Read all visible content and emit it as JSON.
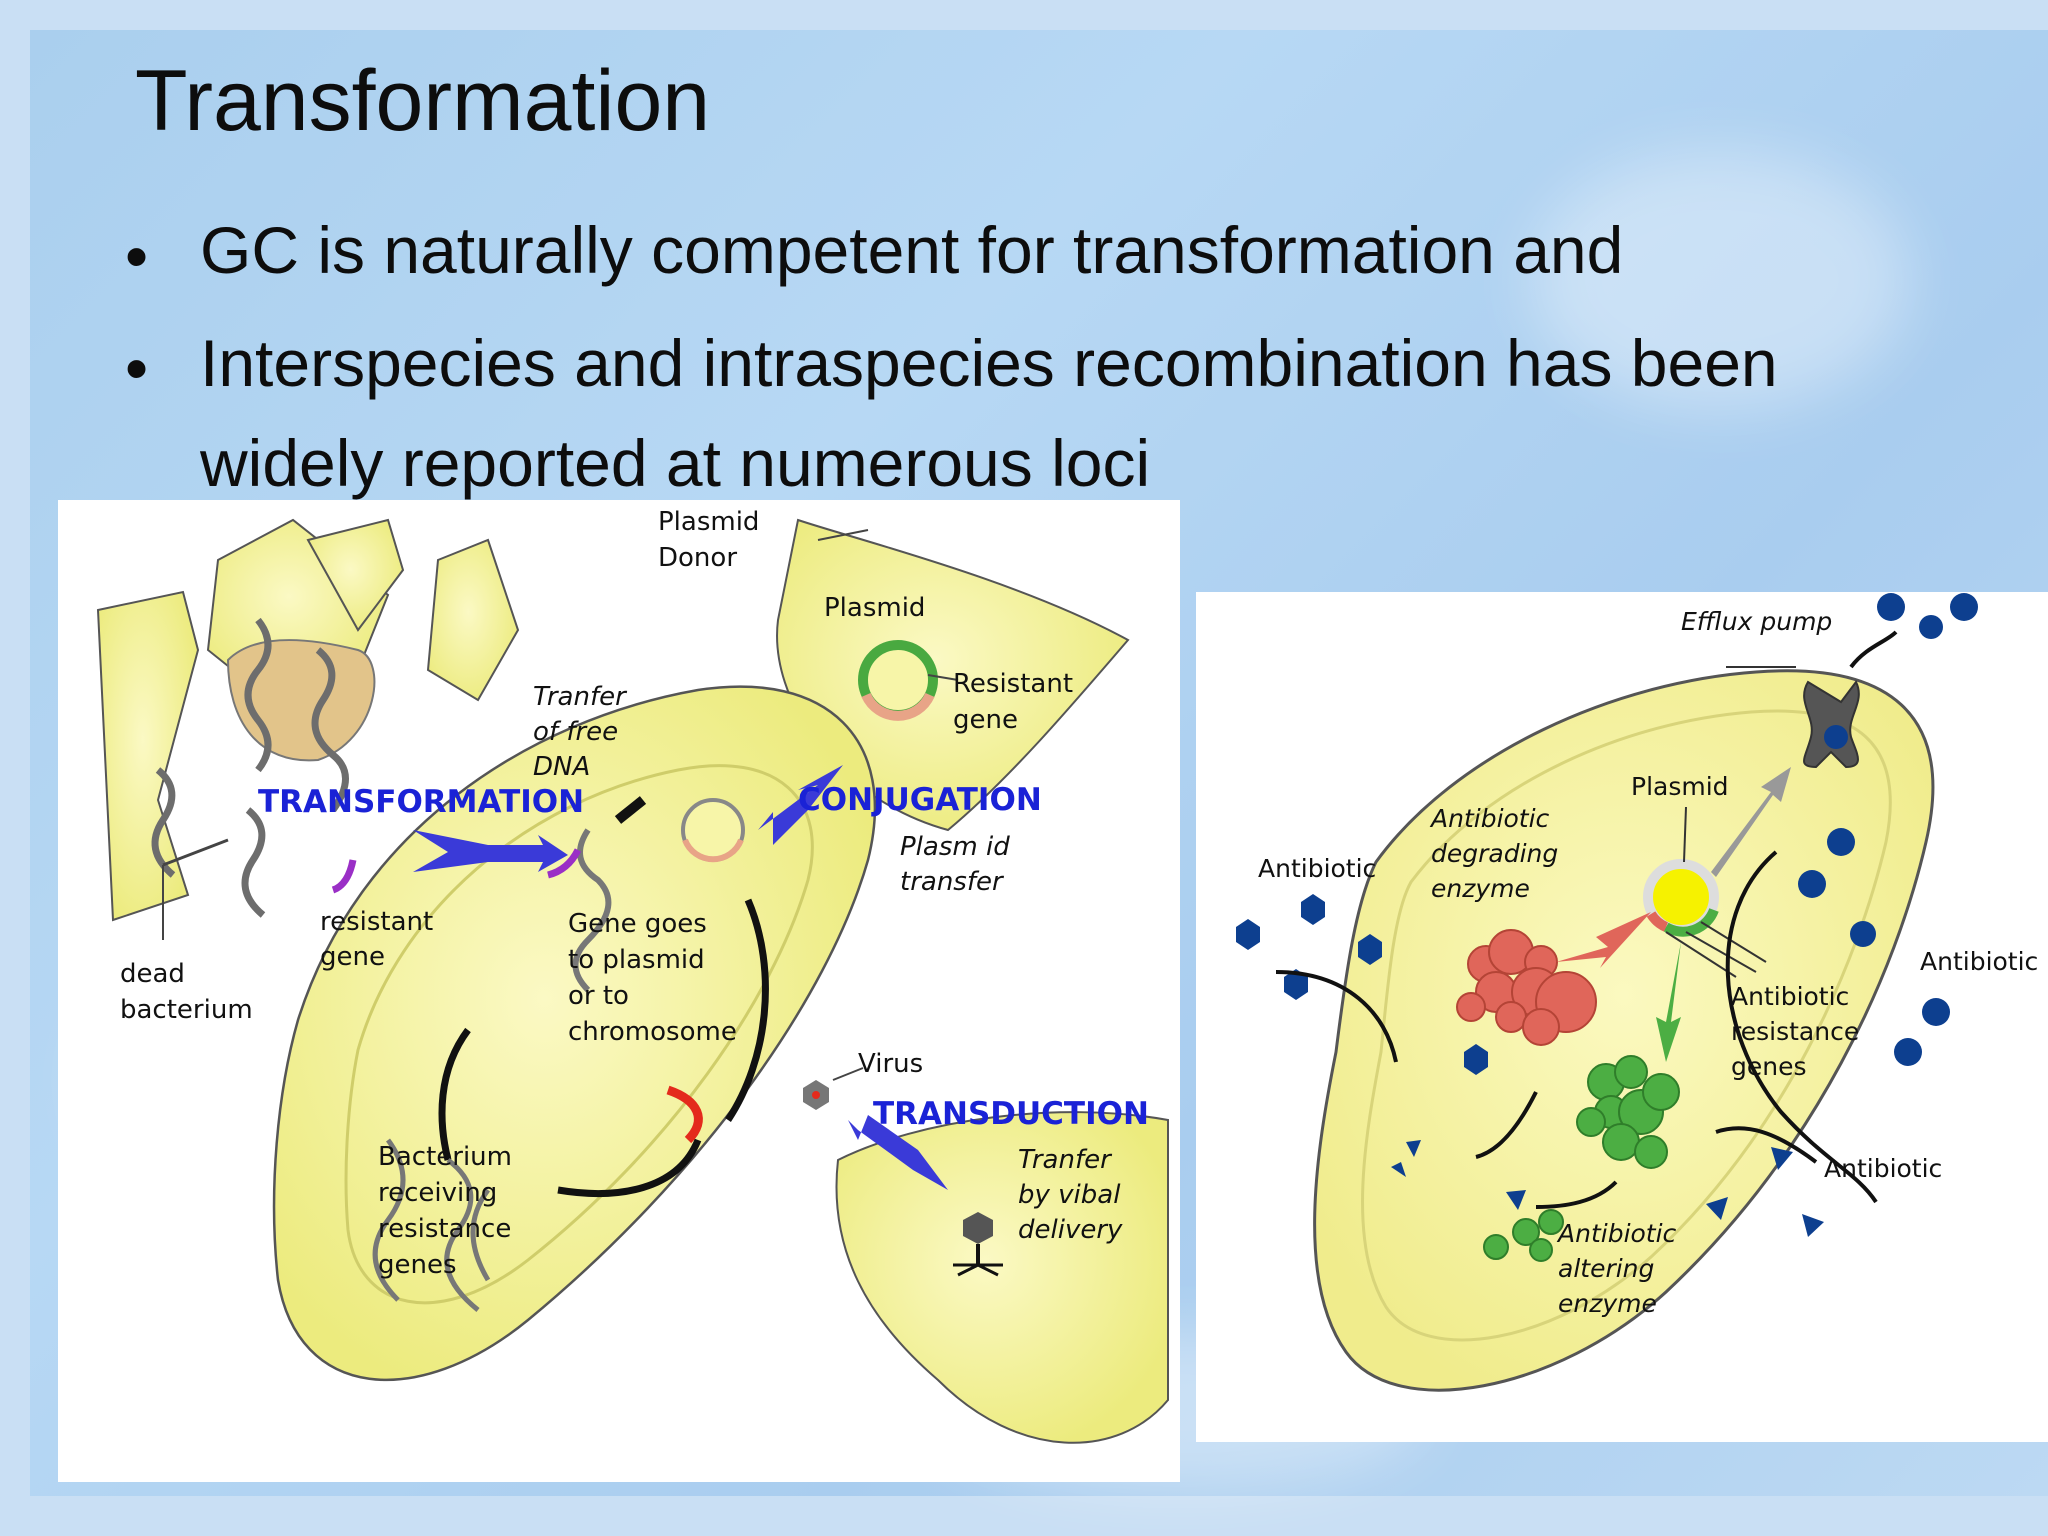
{
  "slide": {
    "title": "Transformation",
    "bullets": [
      {
        "lines": [
          "GC is naturally competent for transformation and"
        ]
      },
      {
        "lines": [
          "Interspecies and intraspecies recombination has been",
          "widely reported at numerous loci"
        ]
      }
    ],
    "bullet_char": "•"
  },
  "figure_left": {
    "plasmid_donor": [
      "Plasmid",
      "Donor"
    ],
    "plasmid": "Plasmid",
    "resistant_gene": [
      "Resistant",
      "gene"
    ],
    "transfer_free_dna": [
      "Tranfer",
      "of free",
      "DNA"
    ],
    "transformation_heading": "TRANSFORMATION",
    "conjugation_heading": "CONJUGATION",
    "plasmid_transfer": [
      "Plasm id",
      "transfer"
    ],
    "resistant_gene_label": [
      "resistant",
      "gene"
    ],
    "dead_bacterium": [
      "dead",
      "bacterium"
    ],
    "gene_goes": [
      "Gene goes",
      "to plasmid",
      "or to",
      "chromosome"
    ],
    "virus": "Virus",
    "transduction_heading": "TRANSDUCTION",
    "transfer_viral": [
      "Tranfer",
      "by vibal",
      "delivery"
    ],
    "receiving": [
      "Bacterium",
      "receiving",
      "resistance",
      "genes"
    ],
    "colors": {
      "cell": "#f6f39a",
      "heading": "#1a22d6",
      "gene": "#9a2fc6",
      "arrow": "#3a3ad8"
    }
  },
  "figure_right": {
    "efflux_pump": "Efflux pump",
    "plasmid": "Plasmid",
    "degrading": [
      "Antibiotic",
      "degrading",
      "enzyme"
    ],
    "antibiotic_left": "Antibiotic",
    "antibiotic_right": "Antibiotic",
    "antibiotic_bottom": "Antibiotic",
    "resistance_genes": [
      "Antibiotic",
      "resistance",
      "genes"
    ],
    "altering": [
      "Antibiotic",
      "altering",
      "enzyme"
    ],
    "colors": {
      "molecule": "#0d3f8f",
      "degrading": "#e0665a",
      "altering": "#4cae43"
    }
  }
}
